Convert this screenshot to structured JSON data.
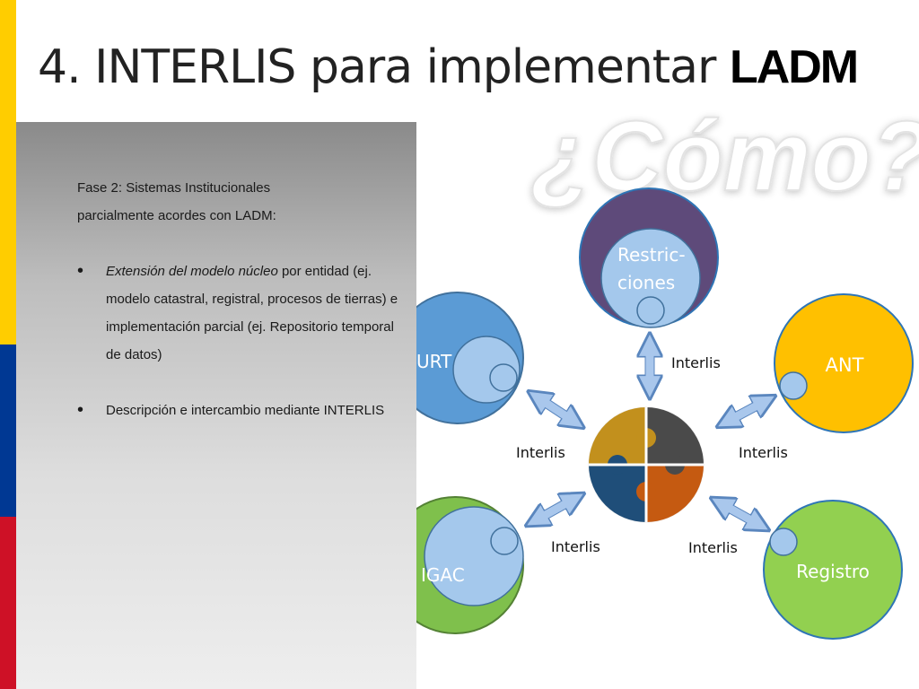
{
  "title": {
    "main": "4. INTERLIS para implementar ",
    "strong": "LADM"
  },
  "watermark": "¿Cómo?",
  "panel": {
    "heading_line1": "Fase 2: Sistemas Institucionales",
    "heading_line2": "parcialmente acordes con LADM:",
    "bullets": [
      {
        "italic": "Extensión del modelo núcleo",
        "rest": " por entidad (ej. modelo catastral, registral, procesos de tierras) e implementación parcial (ej. Repositorio temporal de datos)"
      },
      {
        "italic": "",
        "rest": "Descripción e intercambio mediante INTERLIS"
      }
    ]
  },
  "diagram": {
    "nodes": {
      "restricciones": {
        "line1": "Restric-",
        "line2": "ciones",
        "color": "#5E4A7A"
      },
      "urt": {
        "label": "URT",
        "color": "#5B9BD5"
      },
      "ant": {
        "label": "ANT",
        "color": "#FFC000"
      },
      "igac": {
        "label": "IGAC",
        "color": "#7FC04C"
      },
      "registro": {
        "label": "Registro",
        "color": "#92D050"
      }
    },
    "connector_label": "Interlis",
    "puzzle_colors": [
      "#C2901D",
      "#4A4A4A",
      "#1F4E79",
      "#C55A11"
    ],
    "inner_circle_color": "#A4C8EC",
    "arrow_color": "#A9C7EC"
  }
}
